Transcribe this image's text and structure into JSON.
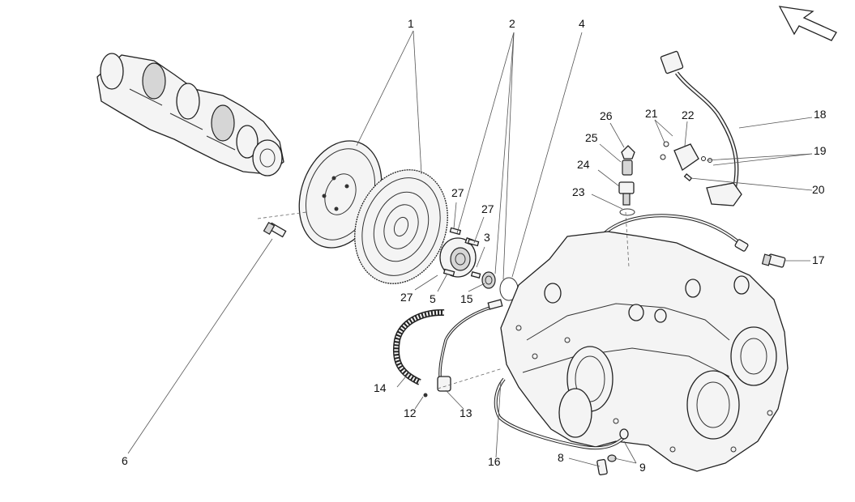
{
  "callouts": [
    {
      "id": "c1",
      "text": "1"
    },
    {
      "id": "c2",
      "text": "2"
    },
    {
      "id": "c3",
      "text": "3"
    },
    {
      "id": "c4",
      "text": "4"
    },
    {
      "id": "c5",
      "text": "5"
    },
    {
      "id": "c6",
      "text": "6"
    },
    {
      "id": "c8",
      "text": "8"
    },
    {
      "id": "c9",
      "text": "9"
    },
    {
      "id": "c12",
      "text": "12"
    },
    {
      "id": "c13",
      "text": "13"
    },
    {
      "id": "c14",
      "text": "14"
    },
    {
      "id": "c15",
      "text": "15"
    },
    {
      "id": "c16",
      "text": "16"
    },
    {
      "id": "c17",
      "text": "17"
    },
    {
      "id": "c18",
      "text": "18"
    },
    {
      "id": "c19",
      "text": "19"
    },
    {
      "id": "c20",
      "text": "20"
    },
    {
      "id": "c21",
      "text": "21"
    },
    {
      "id": "c22",
      "text": "22"
    },
    {
      "id": "c23",
      "text": "23"
    },
    {
      "id": "c24",
      "text": "24"
    },
    {
      "id": "c25",
      "text": "25"
    },
    {
      "id": "c26",
      "text": "26"
    },
    {
      "id": "c27a",
      "text": "27"
    },
    {
      "id": "c27b",
      "text": "27"
    },
    {
      "id": "c27c",
      "text": "27"
    }
  ],
  "icons": {
    "direction_arrow": "front-direction-arrow-icon"
  }
}
